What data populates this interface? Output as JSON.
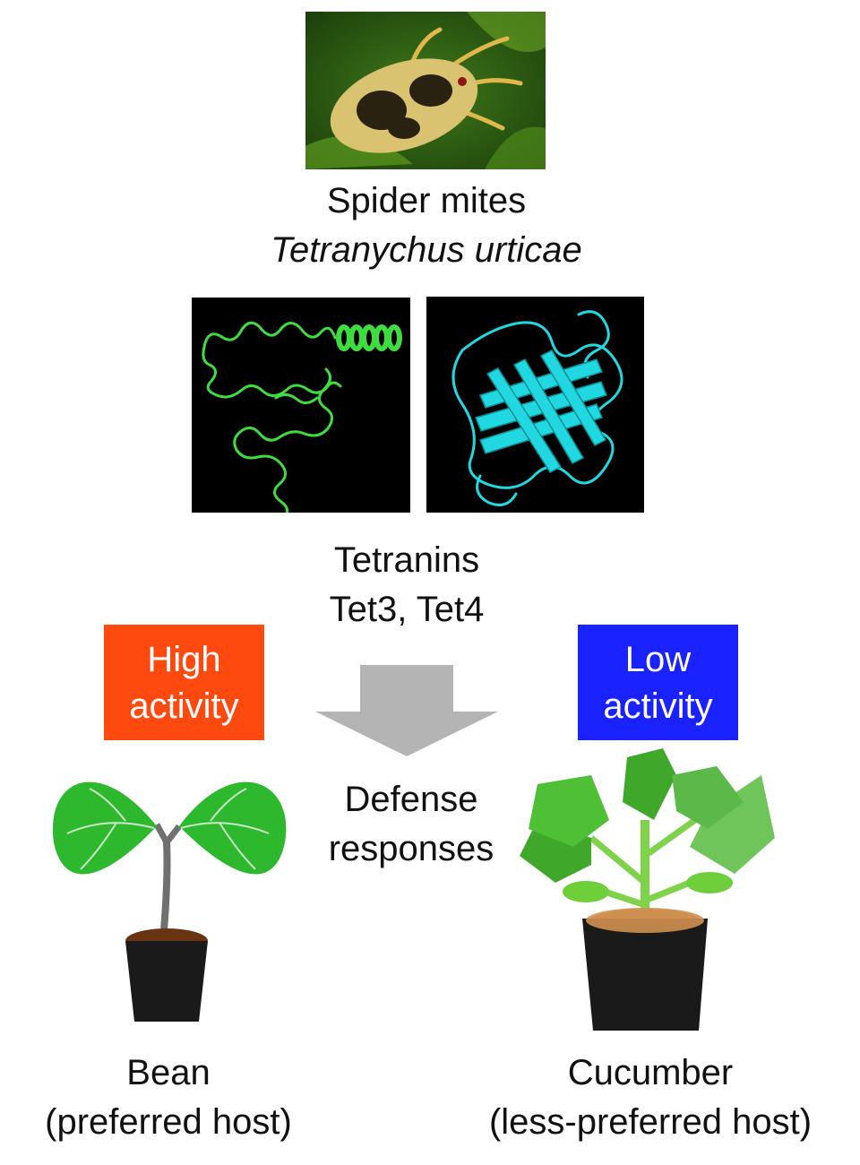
{
  "mite": {
    "common_name": "Spider mites",
    "species": "Tetranychus urticae"
  },
  "tetranins": {
    "line1": "Tetranins",
    "line2": "Tet3, Tet4"
  },
  "center": {
    "line1": "Defense",
    "line2": "responses"
  },
  "high_box": {
    "line1": "High",
    "line2": "activity",
    "color": "#ff4a0f"
  },
  "low_box": {
    "line1": "Low",
    "line2": "activity",
    "color": "#1a22ff"
  },
  "bean": {
    "line1": "Bean",
    "line2": "(preferred host)"
  },
  "cucumber": {
    "line1": "Cucumber",
    "line2": "(less-preferred host)"
  },
  "colors": {
    "protein_left": "#3fdc3f",
    "protein_right": "#22d8e0",
    "arrow": "#b4b4b4"
  }
}
